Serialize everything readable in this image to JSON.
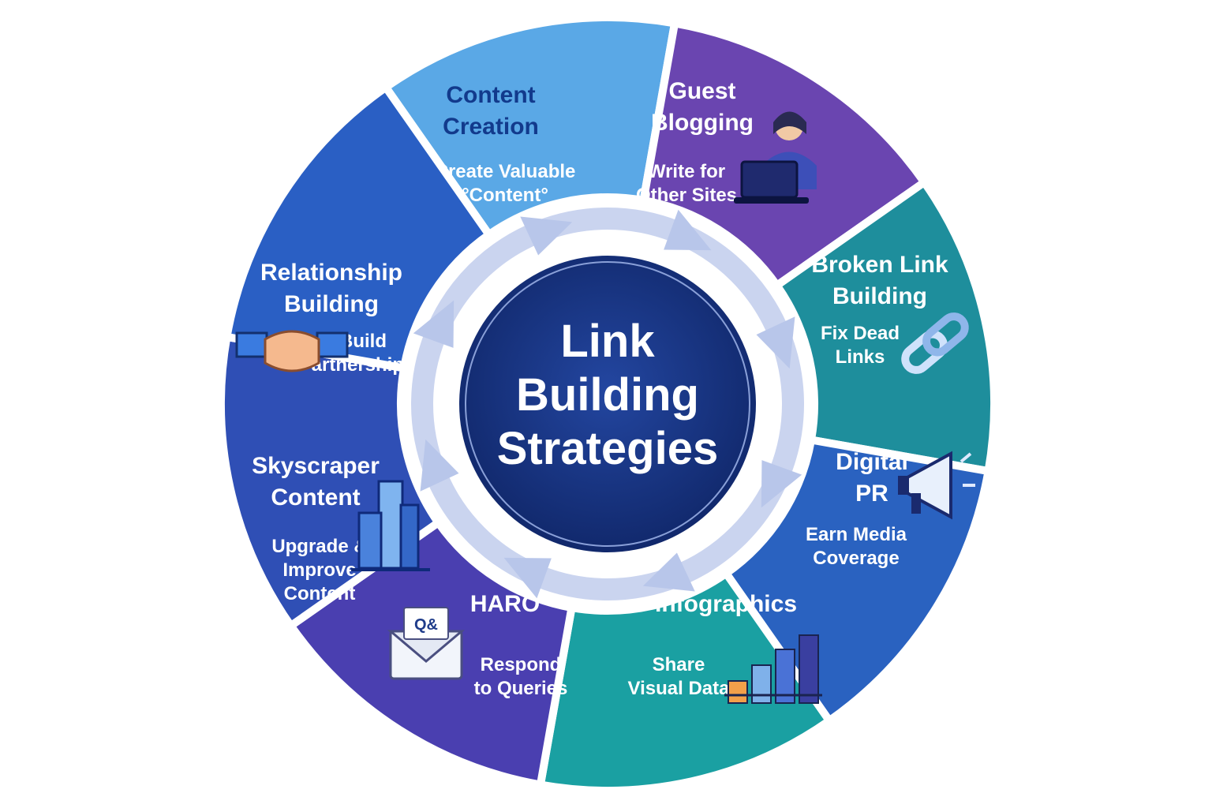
{
  "center": {
    "lines": [
      "Link",
      "Building",
      "Strategies"
    ]
  },
  "segments": [
    {
      "id": "content-creation",
      "title": [
        "Content",
        "Creation"
      ],
      "subtitle": [
        "Create Valuable",
        "°Content°"
      ],
      "icon": "pencil-icon",
      "color": "#5aa8e6",
      "title_color": "#123a8c"
    },
    {
      "id": "guest-blogging",
      "title": [
        "Guest",
        "Blogging"
      ],
      "subtitle": [
        "Write for",
        "Other Sites"
      ],
      "icon": "person-laptop-icon",
      "color": "#6a45b0",
      "title_color": "#ffffff"
    },
    {
      "id": "broken-link-building",
      "title": [
        "Broken Link",
        "Building"
      ],
      "subtitle": [
        "Fix Dead",
        "Links"
      ],
      "icon": "chain-link-icon",
      "color": "#1e8e9c",
      "title_color": "#ffffff"
    },
    {
      "id": "digital-pr",
      "title": [
        "Digital",
        "PR"
      ],
      "subtitle": [
        "Earn Media",
        "Coverage"
      ],
      "icon": "megaphone-icon",
      "color": "#2a62c0",
      "title_color": "#ffffff"
    },
    {
      "id": "infographics",
      "title": [
        "Infographics"
      ],
      "subtitle": [
        "Share",
        "Visual Data"
      ],
      "icon": "bar-chart-icon",
      "color": "#1aa0a2",
      "title_color": "#ffffff"
    },
    {
      "id": "haro",
      "title": [
        "HARO"
      ],
      "subtitle": [
        "Respond",
        "to Queries"
      ],
      "icon": "qa-envelope-icon",
      "icon_label": "Q&",
      "color": "#4a3fb0",
      "title_color": "#ffffff"
    },
    {
      "id": "skyscraper-content",
      "title": [
        "Skyscraper",
        "Content"
      ],
      "subtitle": [
        "Upgrade &",
        "Improve",
        "Content"
      ],
      "icon": "skyscraper-icon",
      "color": "#2f4fb5",
      "title_color": "#ffffff"
    },
    {
      "id": "relationship-building",
      "title": [
        "Relationship",
        "Building"
      ],
      "subtitle": [
        "Build",
        "artnerships"
      ],
      "icon": "handshake-icon",
      "color": "#2a5fc4",
      "title_color": "#ffffff"
    }
  ],
  "colors": {
    "center_fill": "#15307a",
    "ring": "#ffffff",
    "arrow": "#b8c6ea"
  }
}
